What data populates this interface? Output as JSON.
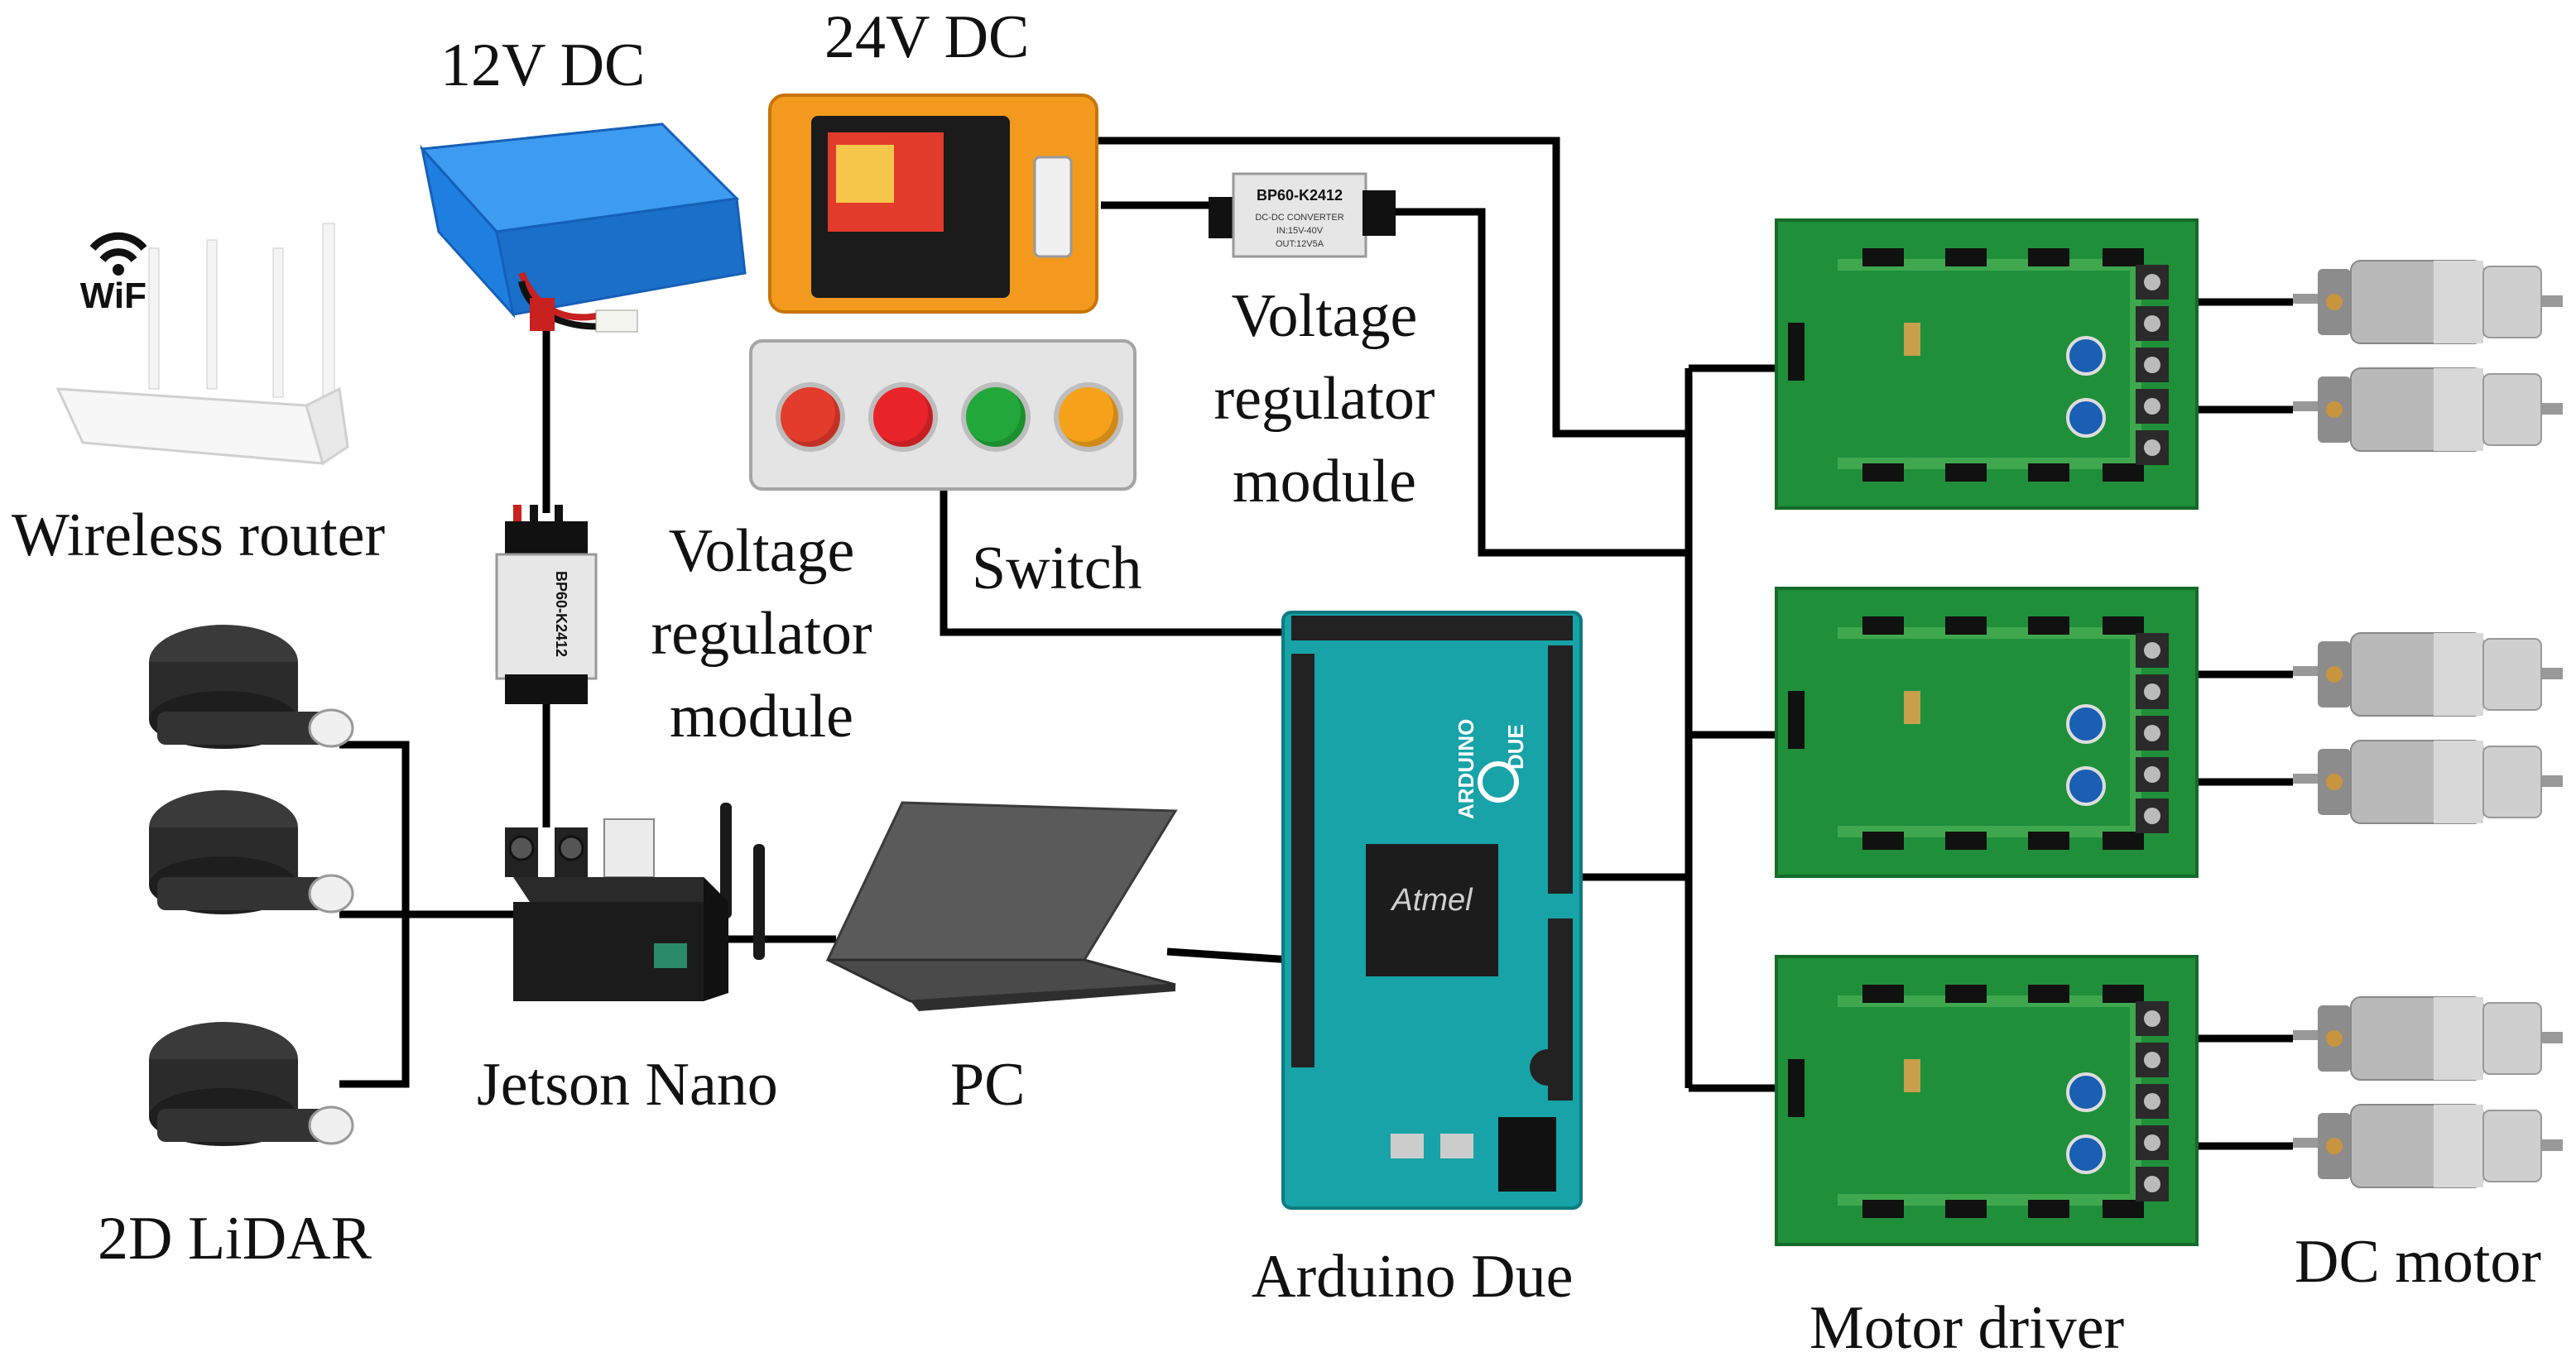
{
  "labels": {
    "battery_12v": "12V DC",
    "battery_24v": "24V DC",
    "router": "Wireless router",
    "wifi_text": "WiFi",
    "lidar": "2D LiDAR",
    "jetson": "Jetson Nano",
    "pc": "PC",
    "arduino": "Arduino Due",
    "motor_driver": "Motor driver",
    "dc_motor": "DC motor",
    "switch": "Switch",
    "vreg_left": [
      "Voltage",
      "regulator",
      "module"
    ],
    "vreg_top": [
      "Voltage",
      "regulator",
      "module"
    ]
  },
  "converter_text": "BP60-K2412",
  "converter_lines": [
    "DC-DC CONVERTER",
    "IN:15V-40V",
    "OUT:12V5A"
  ],
  "arduino_chip": "Atmel",
  "arduino_brand": "ARDUINO",
  "arduino_model": "DUE",
  "switch_buttons": [
    {
      "color": "#e33b2c",
      "name": "emergency-stop"
    },
    {
      "color": "#e8242a",
      "name": "red"
    },
    {
      "color": "#22a83a",
      "name": "green"
    },
    {
      "color": "#f5a21a",
      "name": "orange"
    }
  ],
  "colors": {
    "wire": "#000000",
    "pcb_green": "#1f8f3a",
    "arduino_teal": "#17a3a8",
    "battery_blue": "#1f7fe0",
    "battery_orange": "#f39a1e"
  }
}
